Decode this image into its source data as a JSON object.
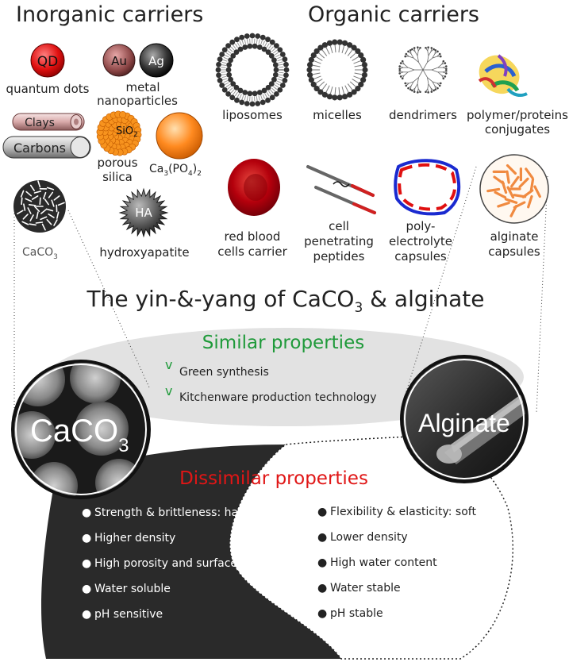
{
  "headers": {
    "inorganic": "Inorganic carriers",
    "organic": "Organic carriers"
  },
  "inorganic": {
    "qd_abbr": "QD",
    "qd_label": "quantum dots",
    "au": "Au",
    "ag": "Ag",
    "metal_label_1": "metal",
    "metal_label_2": "nanoparticles",
    "clays": "Clays",
    "carbons": "Carbons",
    "sio2_main": "SiO",
    "sio2_sub": "2",
    "porous_1": "porous",
    "porous_2": "silica",
    "caphos_a": "Ca",
    "caphos_b": "3",
    "caphos_c": "(PO",
    "caphos_d": "4",
    "caphos_e": ")",
    "caphos_f": "2",
    "caco3_main": "CaCO",
    "caco3_sub": "3",
    "ha_abbr": "HA",
    "ha_label": "hydroxyapatite"
  },
  "organic": {
    "liposomes": "liposomes",
    "micelles": "micelles",
    "dendrimers": "dendrimers",
    "conj_1": "polymer/proteins",
    "conj_2": "conjugates",
    "rbc_1": "red blood",
    "rbc_2": "cells carrier",
    "cpp_1": "cell",
    "cpp_2": "penetrating",
    "cpp_3": "peptides",
    "pec_1": "poly-",
    "pec_2": "electrolyte",
    "pec_3": "capsules",
    "alg_1": "alginate",
    "alg_2": "capsules"
  },
  "title": {
    "main": "The yin-&-yang of CaCO",
    "sub": "3",
    "tail": " & alginate"
  },
  "similar": {
    "heading": "Similar properties",
    "check": "v",
    "items": [
      "Green synthesis",
      "Kitchenware production technology"
    ]
  },
  "dissimilar": {
    "heading": "Dissimilar properties",
    "bullet": "●",
    "caco3_items": [
      "Strength & brittleness: hard",
      "Higher density",
      "High porosity and surface area",
      "Water soluble",
      "pH sensitive"
    ],
    "alginate_items": [
      "Flexibility & elasticity: soft",
      "Lower density",
      "High water content",
      "Water stable",
      "pH  stable"
    ]
  },
  "circles": {
    "caco3_main": "CaCO",
    "caco3_sub": "3",
    "alginate": "Alginate"
  },
  "colors": {
    "green": "#1f9a3a",
    "red": "#e01616",
    "dark": "#222222",
    "orange": "#f58a2a",
    "rbc": "#c8101a"
  }
}
